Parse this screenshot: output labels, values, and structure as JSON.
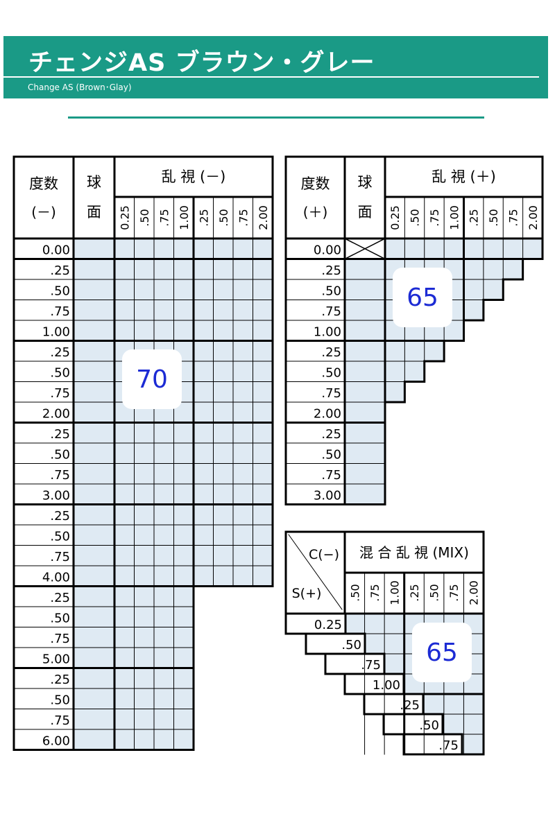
{
  "header": {
    "title": "チェンジAS ブラウン・グレー",
    "subtitle": "Change AS (Brown･Glay)"
  },
  "common": {
    "kyu_label": "球",
    "men_label": "面",
    "dosu_label": "度数"
  },
  "minus_table": {
    "sign_label": "(－)",
    "ranshi_label": "乱 視 (－)",
    "cyl_cols": [
      "0.25",
      ".50",
      ".75",
      "1.00",
      ".25",
      ".50",
      ".75",
      "2.00"
    ],
    "rows": [
      "0.00",
      ".25",
      ".50",
      ".75",
      "1.00",
      ".25",
      ".50",
      ".75",
      "2.00",
      ".25",
      ".50",
      ".75",
      "3.00",
      ".25",
      ".50",
      ".75",
      "4.00",
      ".25",
      ".50",
      ".75",
      "5.00",
      ".25",
      ".50",
      ".75",
      "6.00"
    ],
    "value": "70"
  },
  "plus_table": {
    "sign_label": "(＋)",
    "ranshi_label": "乱 視 (＋)",
    "cyl_cols": [
      "0.25",
      ".50",
      ".75",
      "1.00",
      ".25",
      ".50",
      ".75",
      "2.00"
    ],
    "rows": [
      "0.00",
      ".25",
      ".50",
      ".75",
      "1.00",
      ".25",
      ".50",
      ".75",
      "2.00",
      ".25",
      ".50",
      ".75",
      "3.00"
    ],
    "value": "65"
  },
  "mix_table": {
    "c_label": "C(−)",
    "s_label": "S(+)",
    "title": "混 合 乱 視 (MIX)",
    "cyl_cols": [
      ".50",
      ".75",
      "1.00",
      ".25",
      ".50",
      ".75",
      "2.00"
    ],
    "rows": [
      "0.25",
      ".50",
      ".75",
      "1.00",
      ".25",
      ".50",
      ".75"
    ],
    "value": "65"
  },
  "colors": {
    "teal": "#1a9a86",
    "cell_fill": "#dfeaf3",
    "value_text": "#1c2bd4"
  }
}
